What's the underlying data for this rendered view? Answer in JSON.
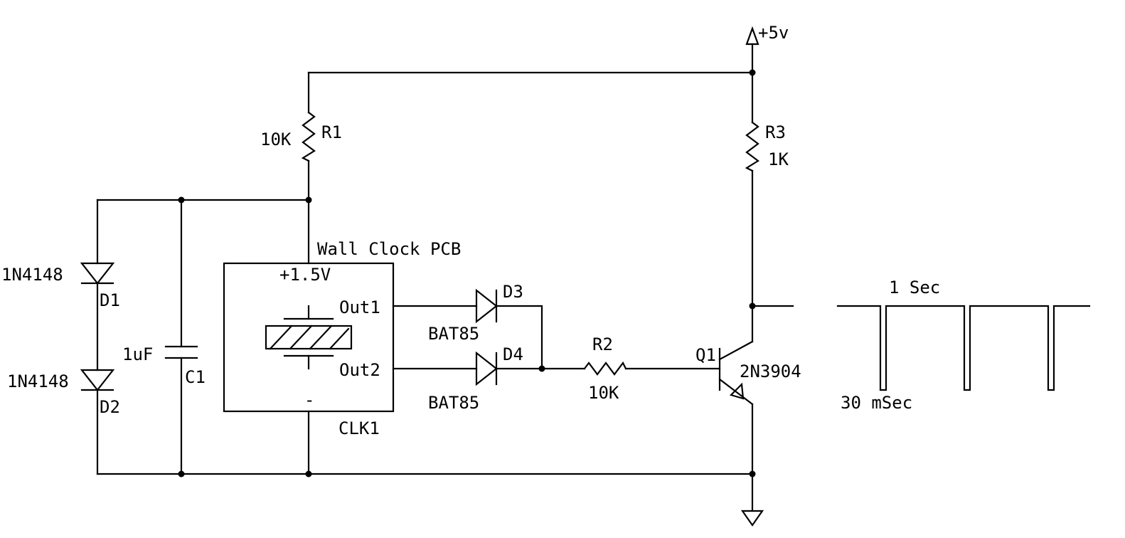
{
  "power": {
    "vcc_label": "+5v"
  },
  "clock_pcb": {
    "title": "Wall Clock PCB",
    "supply_label": "+1.5V",
    "out1_label": "Out1",
    "out2_label": "Out2",
    "ground_label": "-",
    "designator": "CLK1"
  },
  "components": {
    "r1": {
      "designator": "R1",
      "value": "10K"
    },
    "r2": {
      "designator": "R2",
      "value": "10K"
    },
    "r3": {
      "designator": "R3",
      "value": "1K"
    },
    "c1": {
      "designator": "C1",
      "value": "1uF"
    },
    "d1": {
      "designator": "D1",
      "part": "1N4148"
    },
    "d2": {
      "designator": "D2",
      "part": "1N4148"
    },
    "d3": {
      "designator": "D3",
      "part": "BAT85"
    },
    "d4": {
      "designator": "D4",
      "part": "BAT85"
    },
    "q1": {
      "designator": "Q1",
      "part": "2N3904"
    }
  },
  "waveform": {
    "period_label": "1 Sec",
    "pulse_label": "30 mSec"
  }
}
